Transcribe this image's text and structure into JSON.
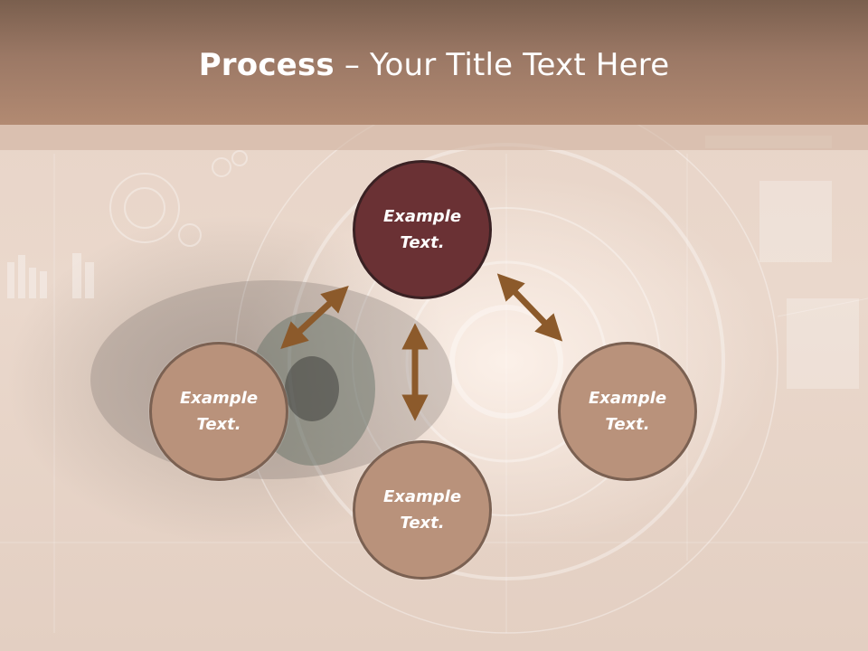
{
  "title": {
    "bold": "Process",
    "rest": " – Your Title Text Here"
  },
  "nodes": {
    "top": "Example\nText.",
    "left": "Example\nText.",
    "right": "Example\nText.",
    "bottom": "Example\nText."
  },
  "colors": {
    "header": "#a17c67",
    "center_node": "#6a3134",
    "outer_node": "#b9927b",
    "arrow": "#8c5a2b"
  }
}
